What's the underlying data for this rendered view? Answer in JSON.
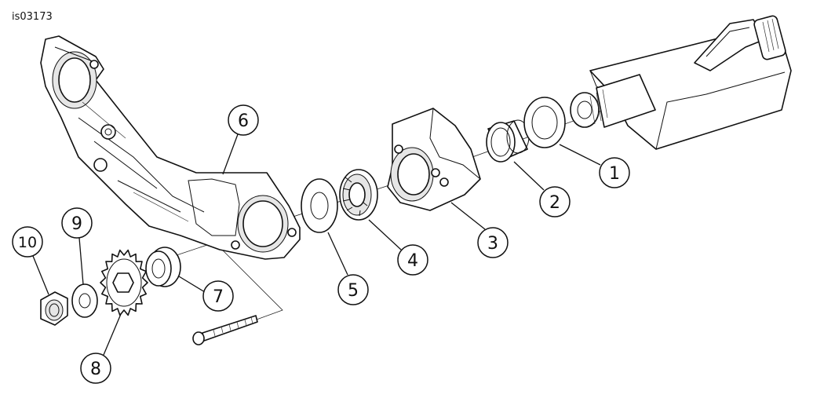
{
  "figure_ref": "is03173",
  "callouts": {
    "c1": "1",
    "c2": "2",
    "c3": "3",
    "c4": "4",
    "c5": "5",
    "c6": "6",
    "c7": "7",
    "c8": "8",
    "c9": "9",
    "c10": "10"
  }
}
